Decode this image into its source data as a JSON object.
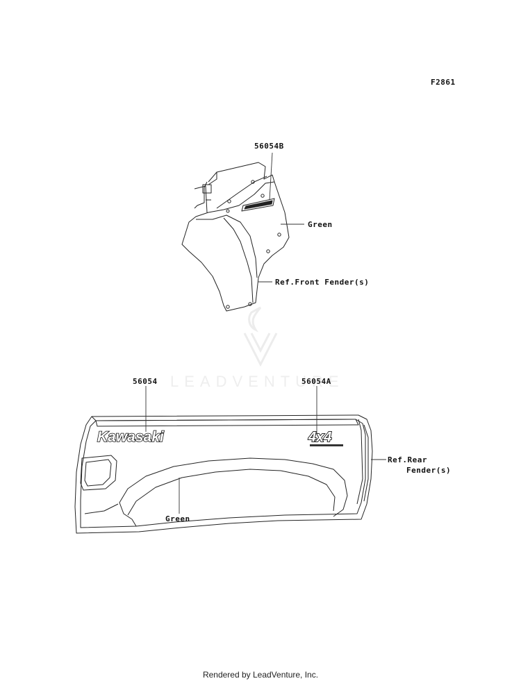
{
  "figure_code": "F2861",
  "front_part_number": "56054B",
  "front_color_label": "Green",
  "front_ref_label": "Ref.Front Fender(s)",
  "rear_part_number_left": "56054",
  "rear_part_number_right": "56054A",
  "rear_color_label": "Green",
  "rear_ref_label_line1": "Ref.Rear",
  "rear_ref_label_line2": "Fender(s)",
  "rear_decal_brand_text": "Kawasaki",
  "rear_decal_badge_text": "4x4",
  "watermark_text": "LEADVENTURE",
  "footer_text": "Rendered by LeadVenture, Inc."
}
